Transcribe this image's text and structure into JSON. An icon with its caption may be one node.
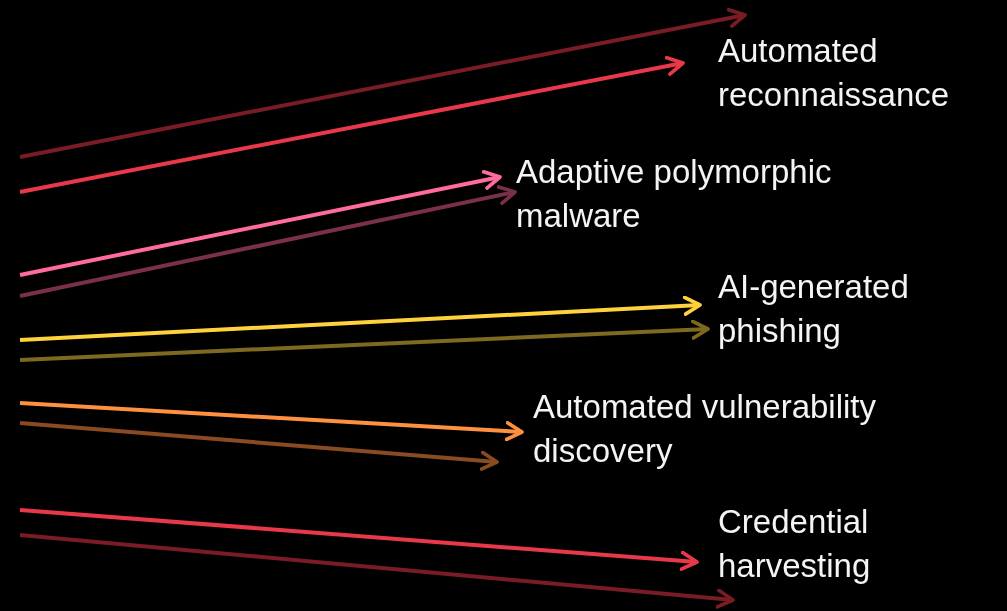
{
  "diagram": {
    "nodes": [
      {
        "text": [
          "Automated reconnaissance"
        ]
      },
      {
        "text": [
          "Adaptive polymorphic malware"
        ]
      },
      {
        "text": [
          "AI-generated phishing"
        ]
      },
      {
        "text": [
          "Automated vulnerability discovery"
        ]
      },
      {
        "text": [
          "Credential harvesting"
        ]
      }
    ],
    "edges": [
      {
        "from": null,
        "to": 0,
        "arrow": "to",
        "color": "#7a1c24"
      },
      {
        "from": null,
        "to": 0,
        "arrow": "to",
        "color": "#e8384a"
      },
      {
        "from": null,
        "to": 1,
        "arrow": "to",
        "color": "#ff6b9a"
      },
      {
        "from": null,
        "to": 1,
        "arrow": "to",
        "color": "#7a3048"
      },
      {
        "from": null,
        "to": 2,
        "arrow": "to",
        "color": "#ffd23c"
      },
      {
        "from": null,
        "to": 2,
        "arrow": "to",
        "color": "#7d6a20"
      },
      {
        "from": null,
        "to": 3,
        "arrow": "to",
        "color": "#ff9040"
      },
      {
        "from": null,
        "to": 3,
        "arrow": "to",
        "color": "#8a4a22"
      },
      {
        "from": null,
        "to": 4,
        "arrow": "to",
        "color": "#e8384a"
      },
      {
        "from": null,
        "to": 4,
        "arrow": "to",
        "color": "#7a1c24"
      }
    ]
  }
}
